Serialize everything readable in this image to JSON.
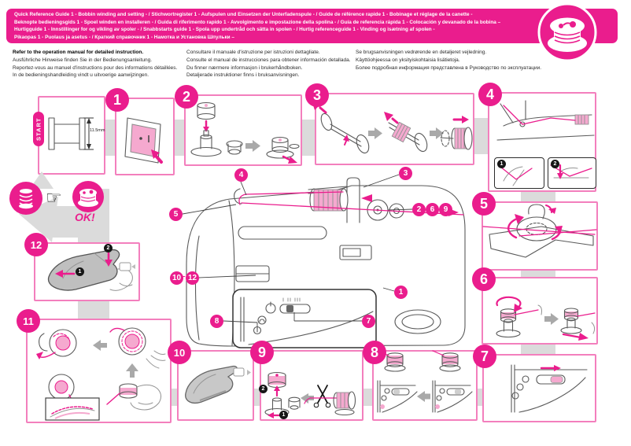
{
  "colors": {
    "magenta": "#EA1D8D",
    "box_border_pink": "#F37FBD",
    "pink_fill": "#F5A9CF",
    "flow_band_gray": "#DBDBDB",
    "arrow_gray": "#A9A9A9",
    "text_dark": "#2a2a2a"
  },
  "header": {
    "lines": [
      "Quick Reference Guide 1 - Bobbin winding and setting - / Stichwortregister 1 - Aufspulen und Einsetzen der Unterfadenspule - / Guide de référence rapide 1 - Bobinage et réglage de la canette -",
      "Beknopte bedieningsgids 1 - Spoel winden en installeren - / Guida di riferimento rapido 1 - Avvolgimento e impostazione della spolina - / Guía de referencia rápida 1 - Colocación y devanado de la bobina –",
      "Hurtigguide 1 - Innstillinger for og vikling av spoler - / Snabbstarts guide 1 - Spola upp undertråd och sätta in spolen - / Hurtig referenceguide 1 - Vinding og isætning af spolen -",
      "Pikaopas 1 - Puolaus ja asetus - / Краткий справочник 1 - Намотка и Установка Шпульки –"
    ]
  },
  "intro": {
    "col1_bold": "Refer to the operation manual for detailed instruction.",
    "col1": [
      "Ausführliche Hinweise finden Sie in der Bedienungsanleitung.",
      "Reportez-vous au manuel d'instructions pour des informations détaillées.",
      "In de bedieningshandleiding vindt u uitvoerige aanwijzingen."
    ],
    "col2": [
      "Consultare il manuale d'istruzione per istruzioni dettagliate.",
      "Consulte el manual de instrucciones para obtener información detallada.",
      "Du finner nærmere informasjon i brukerhåndboken.",
      "Detaljerade instruktioner finns i bruksanvisningen."
    ],
    "col3": [
      "Se brugsanvisningen vedrørende en detaljeret vejledning.",
      "Käyttöohjeessa on yksityiskohtaisia lisätietoja.",
      "Более подробная информация представлена в Руководство по эксплуатации."
    ]
  },
  "start": {
    "label": "START",
    "measurement": "11.5mm"
  },
  "ok_badge": {
    "label": "OK!"
  },
  "icons": {
    "pointing_hand": "☞"
  },
  "step_numbers": [
    "1",
    "2",
    "3",
    "4",
    "5",
    "6",
    "7",
    "8",
    "9",
    "10",
    "11",
    "12"
  ],
  "callouts": {
    "c1": "1",
    "c2": "2",
    "c3": "3",
    "c4": "4",
    "c5": "5",
    "c6": "6",
    "c7": "7",
    "c8": "8",
    "c9": "9",
    "c10": "10",
    "c12": "12",
    "dash": "–"
  },
  "substeps": {
    "s1": "1",
    "s2": "2"
  }
}
